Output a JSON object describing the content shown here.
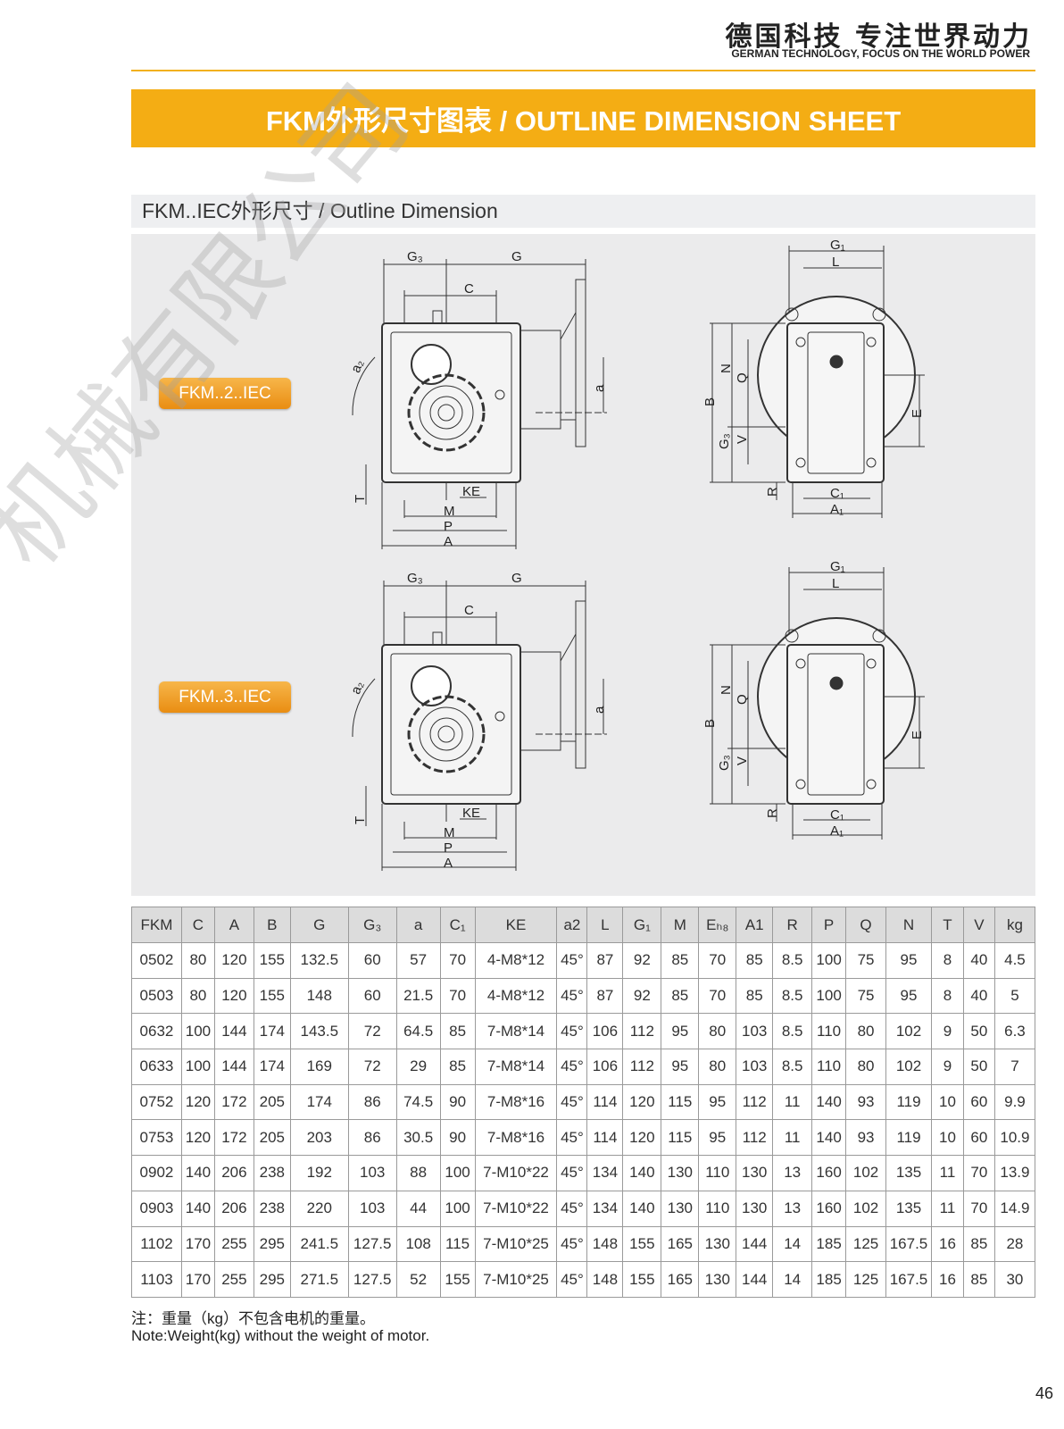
{
  "header": {
    "slogan_cn": "德国科技 专注世界动力",
    "slogan_en": "GERMAN TECHNOLOGY, FOCUS ON THE WORLD POWER"
  },
  "banner": {
    "title": "FKM外形尺寸图表 / OUTLINE DIMENSION SHEET"
  },
  "section": {
    "title": "FKM..IEC外形尺寸 / Outline Dimension"
  },
  "watermark": "机械有限公司",
  "drawings": [
    {
      "model": "FKM..2..IEC"
    },
    {
      "model": "FKM..3..IEC"
    }
  ],
  "labels": {
    "G3": "G₃",
    "G": "G",
    "C": "C",
    "a2": "a₂",
    "a": "a",
    "T": "T",
    "KE": "KE",
    "M": "M",
    "P": "P",
    "A": "A",
    "G1": "G₁",
    "L": "L",
    "N": "N",
    "Q": "Q",
    "B": "B",
    "V": "V",
    "R": "R",
    "C1": "C₁",
    "A1": "A₁",
    "E": "E"
  },
  "table": {
    "headers": [
      "FKM",
      "C",
      "A",
      "B",
      "G",
      "G₃",
      "a",
      "C₁",
      "KE",
      "a2",
      "L",
      "G₁",
      "M",
      "Eₕ₈",
      "A1",
      "R",
      "P",
      "Q",
      "N",
      "T",
      "V",
      "kg"
    ],
    "rows": [
      [
        "0502",
        "80",
        "120",
        "155",
        "132.5",
        "60",
        "57",
        "70",
        "4-M8*12",
        "45°",
        "87",
        "92",
        "85",
        "70",
        "85",
        "8.5",
        "100",
        "75",
        "95",
        "8",
        "40",
        "4.5"
      ],
      [
        "0503",
        "80",
        "120",
        "155",
        "148",
        "60",
        "21.5",
        "70",
        "4-M8*12",
        "45°",
        "87",
        "92",
        "85",
        "70",
        "85",
        "8.5",
        "100",
        "75",
        "95",
        "8",
        "40",
        "5"
      ],
      [
        "0632",
        "100",
        "144",
        "174",
        "143.5",
        "72",
        "64.5",
        "85",
        "7-M8*14",
        "45°",
        "106",
        "112",
        "95",
        "80",
        "103",
        "8.5",
        "110",
        "80",
        "102",
        "9",
        "50",
        "6.3"
      ],
      [
        "0633",
        "100",
        "144",
        "174",
        "169",
        "72",
        "29",
        "85",
        "7-M8*14",
        "45°",
        "106",
        "112",
        "95",
        "80",
        "103",
        "8.5",
        "110",
        "80",
        "102",
        "9",
        "50",
        "7"
      ],
      [
        "0752",
        "120",
        "172",
        "205",
        "174",
        "86",
        "74.5",
        "90",
        "7-M8*16",
        "45°",
        "114",
        "120",
        "115",
        "95",
        "112",
        "11",
        "140",
        "93",
        "119",
        "10",
        "60",
        "9.9"
      ],
      [
        "0753",
        "120",
        "172",
        "205",
        "203",
        "86",
        "30.5",
        "90",
        "7-M8*16",
        "45°",
        "114",
        "120",
        "115",
        "95",
        "112",
        "11",
        "140",
        "93",
        "119",
        "10",
        "60",
        "10.9"
      ],
      [
        "0902",
        "140",
        "206",
        "238",
        "192",
        "103",
        "88",
        "100",
        "7-M10*22",
        "45°",
        "134",
        "140",
        "130",
        "110",
        "130",
        "13",
        "160",
        "102",
        "135",
        "11",
        "70",
        "13.9"
      ],
      [
        "0903",
        "140",
        "206",
        "238",
        "220",
        "103",
        "44",
        "100",
        "7-M10*22",
        "45°",
        "134",
        "140",
        "130",
        "110",
        "130",
        "13",
        "160",
        "102",
        "135",
        "11",
        "70",
        "14.9"
      ],
      [
        "1102",
        "170",
        "255",
        "295",
        "241.5",
        "127.5",
        "108",
        "115",
        "7-M10*25",
        "45°",
        "148",
        "155",
        "165",
        "130",
        "144",
        "14",
        "185",
        "125",
        "167.5",
        "16",
        "85",
        "28"
      ],
      [
        "1103",
        "170",
        "255",
        "295",
        "271.5",
        "127.5",
        "52",
        "155",
        "7-M10*25",
        "45°",
        "148",
        "155",
        "165",
        "130",
        "144",
        "14",
        "185",
        "125",
        "167.5",
        "16",
        "85",
        "30"
      ]
    ]
  },
  "notes": {
    "cn": "注：重量（kg）不包含电机的重量。",
    "en": "Note:Weight(kg) without the weight of motor."
  },
  "page_number": "46"
}
